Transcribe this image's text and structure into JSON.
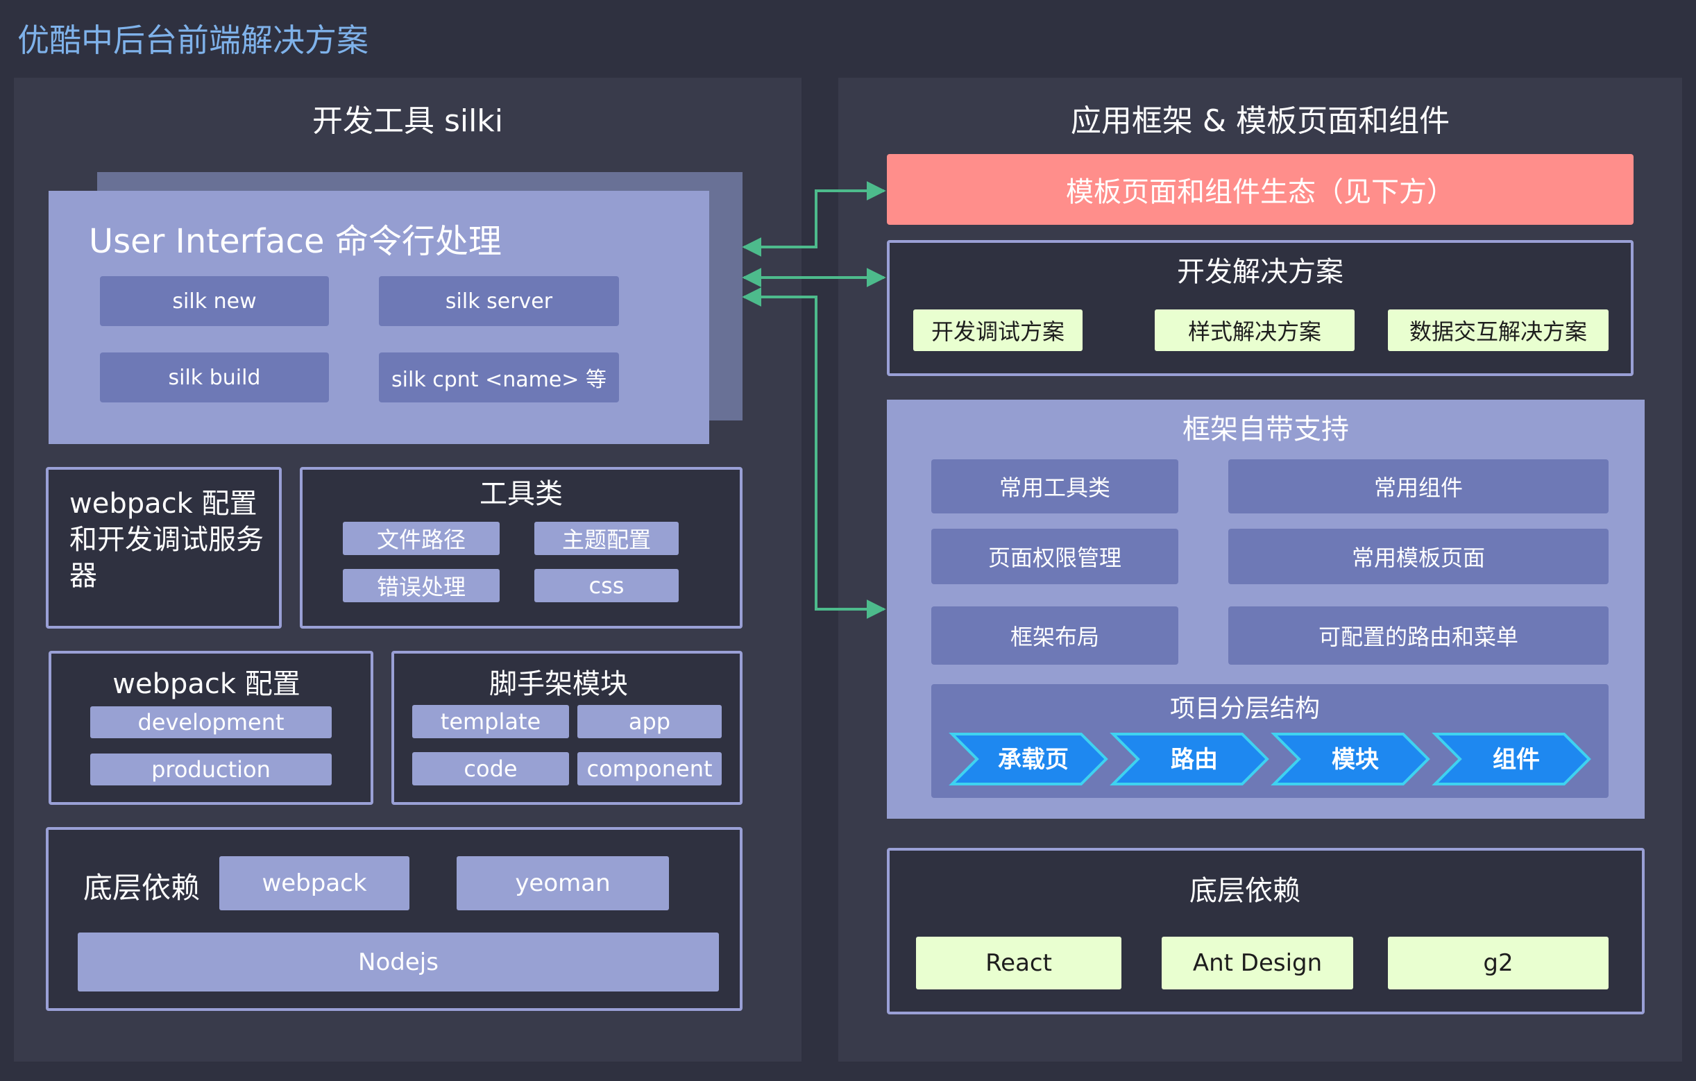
{
  "page_title": "优酷中后台前端解决方案",
  "left": {
    "title": "开发工具 silki",
    "ui": {
      "title": "User Interface 命令行处理",
      "commands": [
        "silk new",
        "silk server",
        "silk build",
        "silk cpnt <name> 等"
      ]
    },
    "webpack_dev": {
      "text": "webpack 配置和开发调试服务器"
    },
    "tools": {
      "title": "工具类",
      "items": [
        "文件路径",
        "主题配置",
        "错误处理",
        "css"
      ]
    },
    "webpack_conf": {
      "title": "webpack 配置",
      "items": [
        "development",
        "production"
      ]
    },
    "scaffold": {
      "title": "脚手架模块",
      "items": [
        "template",
        "app",
        "code",
        "component"
      ]
    },
    "base_deps": {
      "label": "底层依赖",
      "items": [
        "webpack",
        "yeoman",
        "Nodejs"
      ]
    }
  },
  "right": {
    "title": "应用框架 & 模板页面和组件",
    "ecosystem": "模板页面和组件生态（见下方）",
    "dev_solutions": {
      "title": "开发解决方案",
      "items": [
        "开发调试方案",
        "样式解决方案",
        "数据交互解决方案"
      ]
    },
    "framework": {
      "title": "框架自带支持",
      "items": [
        "常用工具类",
        "常用组件",
        "页面权限管理",
        "常用模板页面",
        "框架布局",
        "可配置的路由和菜单"
      ],
      "layers": {
        "title": "项目分层结构",
        "steps": [
          "承载页",
          "路由",
          "模块",
          "组件"
        ]
      }
    },
    "base_deps": {
      "title": "底层依赖",
      "items": [
        "React",
        "Ant Design",
        "g2"
      ]
    }
  },
  "colors": {
    "background": "#2f3140",
    "panel": "#393b4b",
    "ecosystem": "#ff8e8b",
    "green_box": "#e9ffd0",
    "arrow": "#4dbb8c",
    "layer_chevron": "#1e88f0"
  }
}
